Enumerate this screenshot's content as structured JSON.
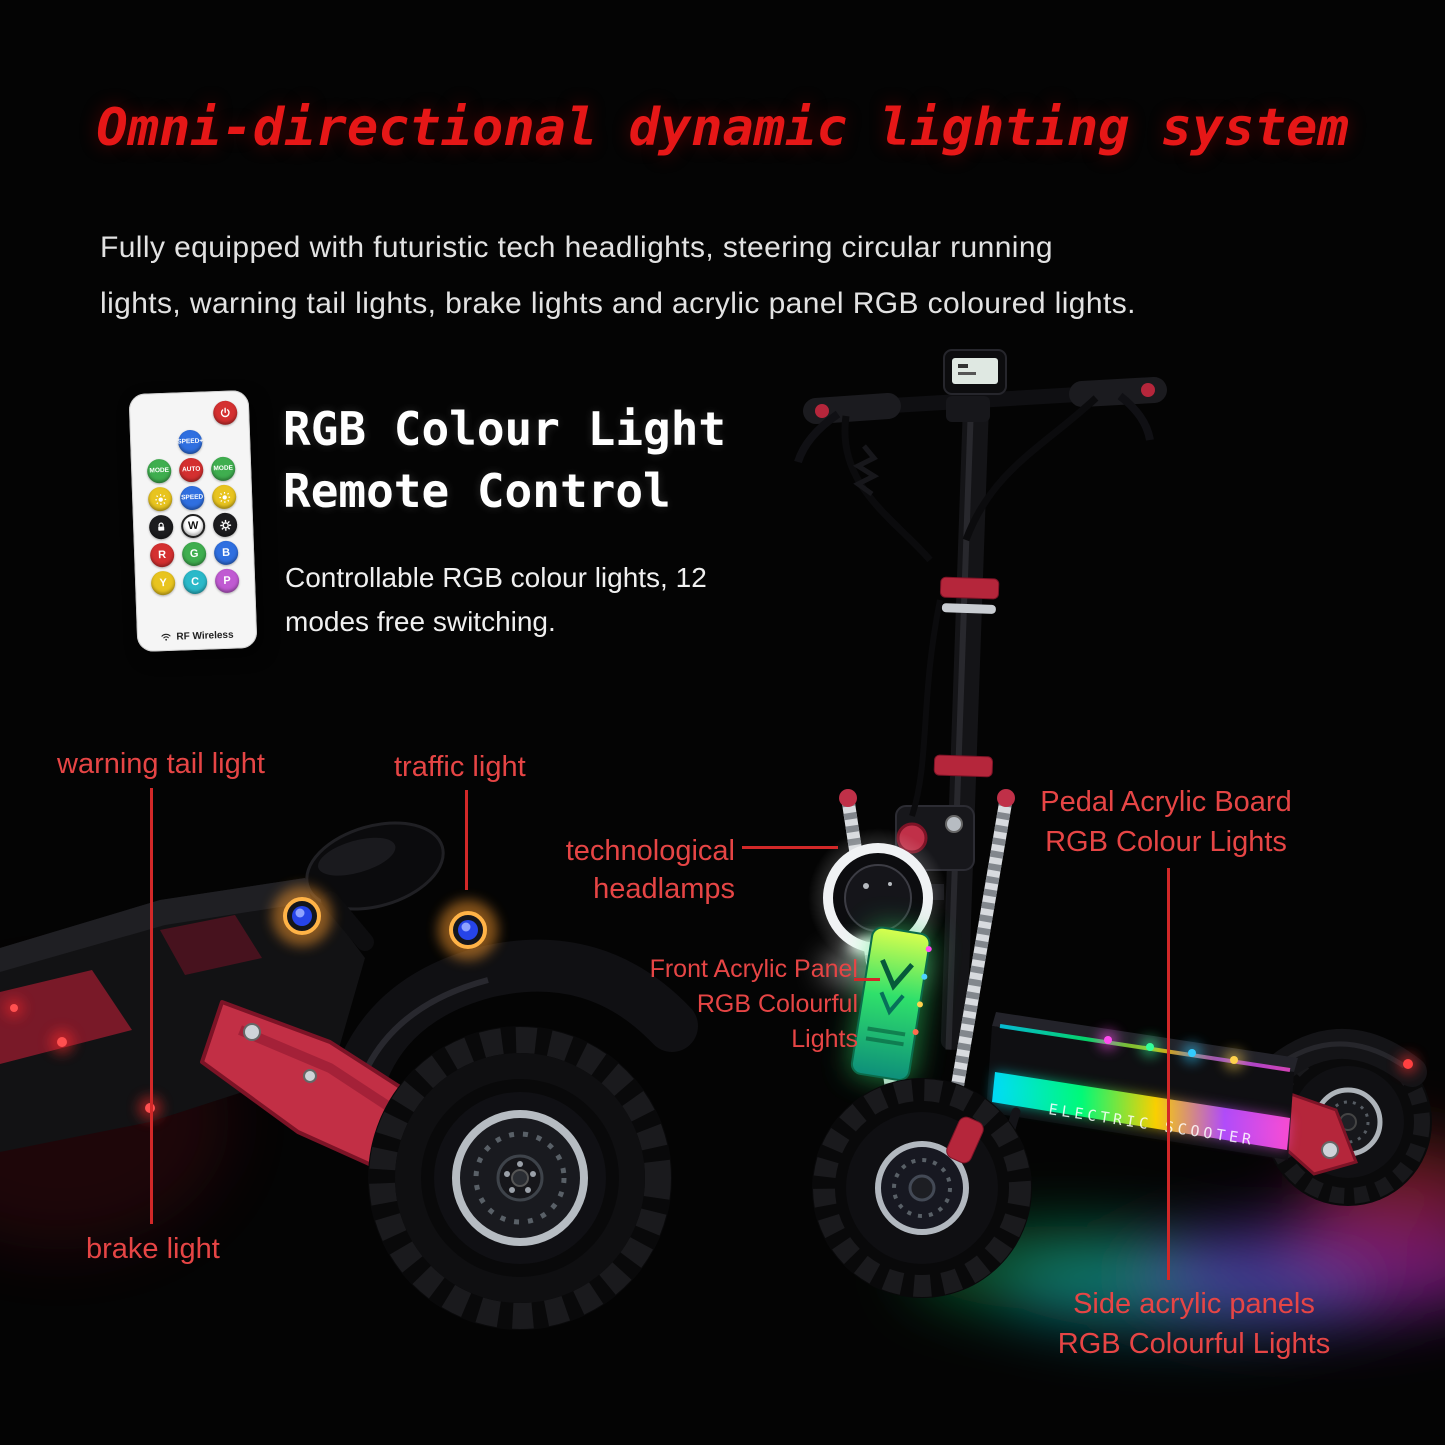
{
  "title": "Omni-directional dynamic lighting system",
  "subtitle": {
    "line1": "Fully equipped with futuristic tech headlights, steering circular running",
    "line2": "lights, warning tail lights, brake lights and acrylic panel RGB coloured lights."
  },
  "remote_section": {
    "heading_line1": "RGB Colour Light",
    "heading_line2": "Remote Control",
    "description_line1": "Controllable RGB colour lights, 12",
    "description_line2": "modes free switching.",
    "remote": {
      "brand": "RF Wireless",
      "buttons": [
        {
          "icon": "power-icon",
          "label": "",
          "color": "#d43030"
        },
        {
          "label": "SPEED+",
          "color": "#2f6fe0"
        },
        {
          "label": "MODE",
          "color": "#3fae4f"
        },
        {
          "label": "AUTO",
          "color": "#d43030"
        },
        {
          "label": "MODE",
          "color": "#3fae4f"
        },
        {
          "icon": "sun-icon",
          "label": "",
          "color": "#e8c41f"
        },
        {
          "label": "SPEED",
          "color": "#2f6fe0"
        },
        {
          "icon": "sun-icon",
          "label": "",
          "color": "#e8c41f"
        },
        {
          "icon": "lock-icon",
          "label": "",
          "color": "#1d1d1f"
        },
        {
          "label": "W",
          "color": "#ffffff"
        },
        {
          "icon": "gear-icon",
          "label": "",
          "color": "#1d1d1f"
        },
        {
          "label": "R",
          "color": "#d43030"
        },
        {
          "label": "G",
          "color": "#3fae4f"
        },
        {
          "label": "B",
          "color": "#2f6fe0"
        },
        {
          "label": "Y",
          "color": "#e8c41f"
        },
        {
          "label": "C",
          "color": "#2bb9c9"
        },
        {
          "label": "P",
          "color": "#c05ad2"
        }
      ]
    }
  },
  "annotations": {
    "warning_tail_light": "warning tail light",
    "traffic_light": "traffic light",
    "headlamps_line1": "technological",
    "headlamps_line2": "headlamps",
    "front_panel_line1": "Front Acrylic Panel",
    "front_panel_line2": "RGB Colourful Lights",
    "pedal_board_line1": "Pedal Acrylic Board",
    "pedal_board_line2": "RGB Colour Lights",
    "brake_light": "brake light",
    "side_panels_line1": "Side acrylic panels",
    "side_panels_line2": "RGB Colourful Lights"
  },
  "scene": {
    "deck_text": "ELECTRIC SCOOTER"
  },
  "colors": {
    "background": "#040404",
    "title_red": "#e61717",
    "annotation_red": "#e64545",
    "leader_line_red": "#d22828",
    "body_text": "#e2e2e2",
    "scooter_accent_red": "#b5263b",
    "acrylic_panel_green": "#2fe06b"
  }
}
